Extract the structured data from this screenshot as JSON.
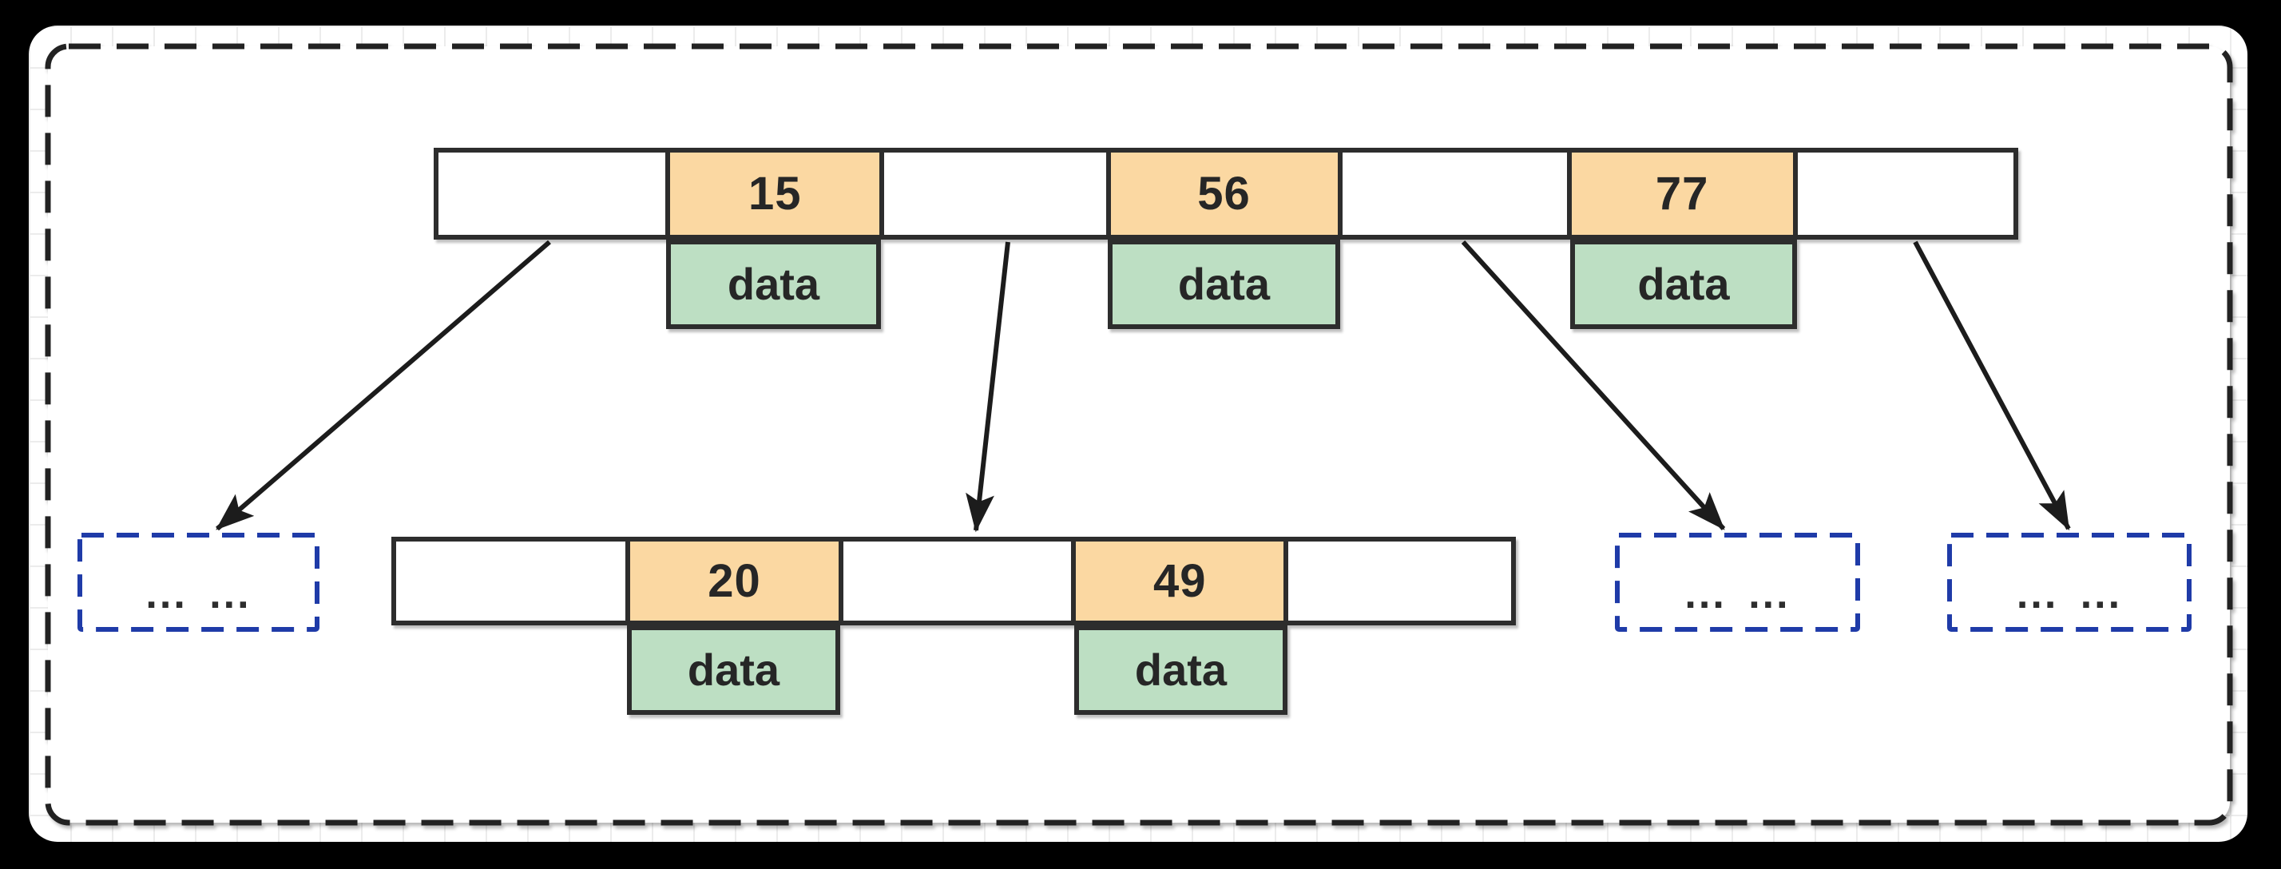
{
  "page": {
    "background": "#000000",
    "canvas_background": "#ffffff",
    "grid_color": "#ececec"
  },
  "frame": {
    "style": "dashed-rounded-rectangle",
    "border_color": "#222222"
  },
  "tree": {
    "type": "b-plus-tree-node-diagram",
    "root_node": {
      "keys": [
        {
          "label": "15",
          "data_label": "data"
        },
        {
          "label": "56",
          "data_label": "data"
        },
        {
          "label": "77",
          "data_label": "data"
        }
      ]
    },
    "child_node": {
      "keys": [
        {
          "label": "20",
          "data_label": "data"
        },
        {
          "label": "49",
          "data_label": "data"
        }
      ]
    },
    "placeholder_nodes": [
      {
        "label": "... ..."
      },
      {
        "label": "... ..."
      },
      {
        "label": "... ..."
      }
    ],
    "colors": {
      "key_cell_fill": "#FBD8A2",
      "data_cell_fill": "#BDDFC3",
      "node_outline": "#2D2D2D",
      "arrow": "#1C1C1C",
      "placeholder_border": "#1F3BA8"
    }
  }
}
